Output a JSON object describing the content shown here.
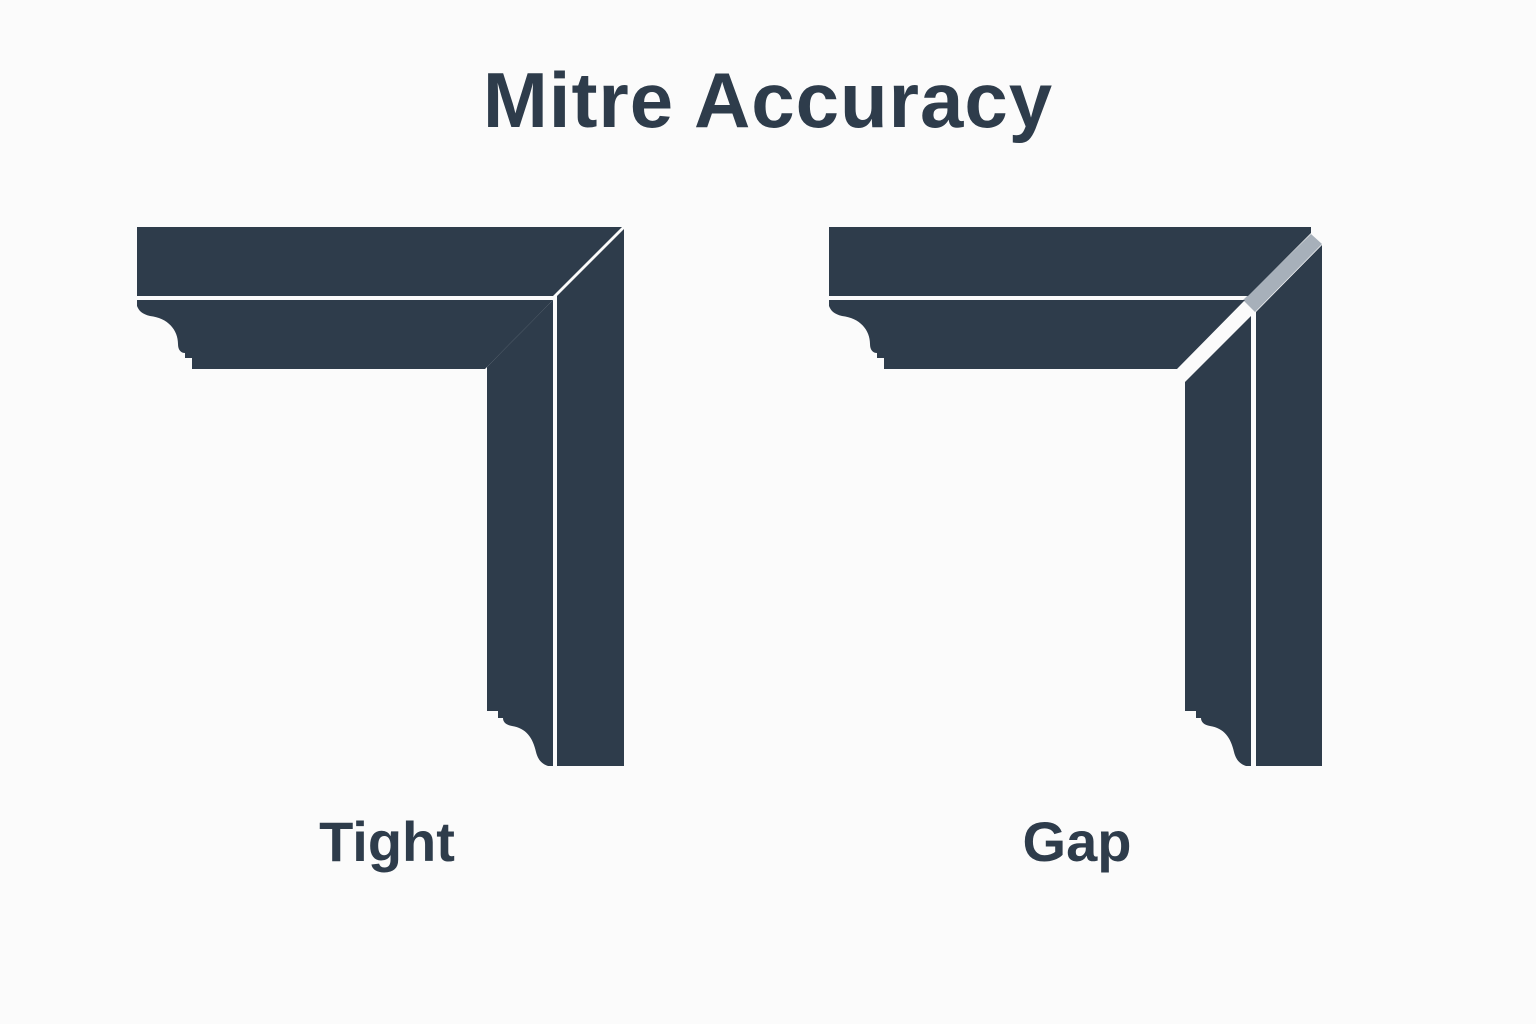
{
  "title": "Mitre Accuracy",
  "panels": [
    {
      "label": "Tight",
      "joint": "tight"
    },
    {
      "label": "Gap",
      "joint": "gap"
    }
  ],
  "colors": {
    "background": "#fbfbfb",
    "moulding": "#2e3c4b",
    "gap_fill": "#a7b0ba",
    "text": "#2e3c4b"
  }
}
